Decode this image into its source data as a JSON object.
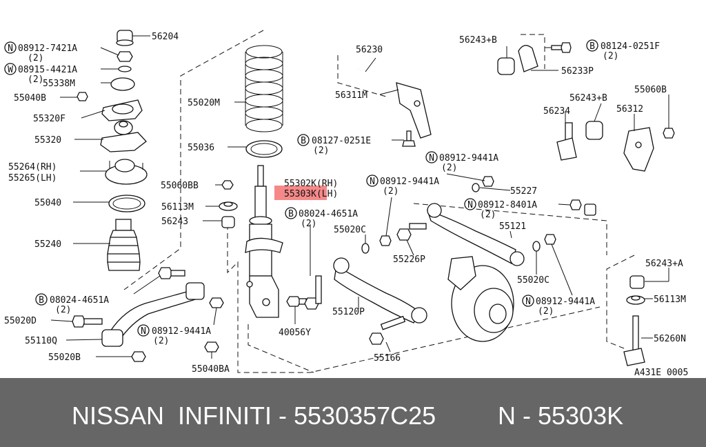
{
  "diagram": {
    "labels": [
      {
        "id": "l56204",
        "text": "56204"
      },
      {
        "id": "lN0891274",
        "text": "08912-7421A"
      },
      {
        "id": "lN0891274q",
        "text": "(2)"
      },
      {
        "id": "lW089154",
        "text": "08915-4421A"
      },
      {
        "id": "lW089154q",
        "text": "(2)"
      },
      {
        "id": "l55338M",
        "text": "55338M"
      },
      {
        "id": "l55040B",
        "text": "55040B"
      },
      {
        "id": "l55320F",
        "text": "55320F"
      },
      {
        "id": "l55320",
        "text": "55320"
      },
      {
        "id": "l55264",
        "text": "55264(RH)"
      },
      {
        "id": "l55265",
        "text": "55265(LH)"
      },
      {
        "id": "l55040",
        "text": "55040"
      },
      {
        "id": "l55240",
        "text": "55240"
      },
      {
        "id": "l55020M",
        "text": "55020M"
      },
      {
        "id": "l55036",
        "text": "55036"
      },
      {
        "id": "l55060BB",
        "text": "55060BB"
      },
      {
        "id": "l56113M_l",
        "text": "56113M"
      },
      {
        "id": "l56243_l",
        "text": "56243"
      },
      {
        "id": "l55302K",
        "text": "55302K(RH)"
      },
      {
        "id": "l55303K",
        "text": "55303K(LH)"
      },
      {
        "id": "lB080244_a",
        "text": "08024-4651A"
      },
      {
        "id": "lB080244_aq",
        "text": "(2)"
      },
      {
        "id": "lB080244_b",
        "text": "08024-4651A"
      },
      {
        "id": "lB080244_bq",
        "text": "(2)"
      },
      {
        "id": "l55020D",
        "text": "55020D"
      },
      {
        "id": "l55110Q",
        "text": "55110Q"
      },
      {
        "id": "l55020B",
        "text": "55020B"
      },
      {
        "id": "lN089129_a",
        "text": "08912-9441A"
      },
      {
        "id": "lN089129_aq",
        "text": "(2)"
      },
      {
        "id": "l55040BA",
        "text": "55040BA"
      },
      {
        "id": "l40056Y",
        "text": "40056Y"
      },
      {
        "id": "lB081270",
        "text": "08127-0251E"
      },
      {
        "id": "lB081270q",
        "text": "(2)"
      },
      {
        "id": "l56230",
        "text": "56230"
      },
      {
        "id": "l56311M",
        "text": "56311M"
      },
      {
        "id": "l56243B_t",
        "text": "56243+B"
      },
      {
        "id": "lB081240",
        "text": "08124-0251F"
      },
      {
        "id": "lB081240q",
        "text": "(2)"
      },
      {
        "id": "l56233P",
        "text": "56233P"
      },
      {
        "id": "l56243B_m",
        "text": "56243+B"
      },
      {
        "id": "l55060B",
        "text": "55060B"
      },
      {
        "id": "l56234",
        "text": "56234"
      },
      {
        "id": "l56312",
        "text": "56312"
      },
      {
        "id": "lN089129_b",
        "text": "08912-9441A"
      },
      {
        "id": "lN089129_bq",
        "text": "(2)"
      },
      {
        "id": "lN089129_c",
        "text": "08912-9441A"
      },
      {
        "id": "lN089129_cq",
        "text": "(2)"
      },
      {
        "id": "l55227",
        "text": "55227"
      },
      {
        "id": "lN089128",
        "text": "08912-8401A"
      },
      {
        "id": "lN089128q",
        "text": "(2)"
      },
      {
        "id": "l55020C_a",
        "text": "55020C"
      },
      {
        "id": "l55121",
        "text": "55121"
      },
      {
        "id": "l55226P",
        "text": "55226P"
      },
      {
        "id": "l55020C_b",
        "text": "55020C"
      },
      {
        "id": "l55120P",
        "text": "55120P"
      },
      {
        "id": "lN089129_d",
        "text": "08912-9441A"
      },
      {
        "id": "lN089129_dq",
        "text": "(2)"
      },
      {
        "id": "l55166",
        "text": "55166"
      },
      {
        "id": "l56243A",
        "text": "56243+A"
      },
      {
        "id": "l56113M_r",
        "text": "56113M"
      },
      {
        "id": "l56260N",
        "text": "56260N"
      },
      {
        "id": "lA431E",
        "text": "A431E 0005"
      }
    ],
    "badges": [
      {
        "id": "bN1",
        "text": "N"
      },
      {
        "id": "bW1",
        "text": "W"
      },
      {
        "id": "bB1",
        "text": "B"
      },
      {
        "id": "bB2",
        "text": "B"
      },
      {
        "id": "bN2",
        "text": "N"
      },
      {
        "id": "bB3",
        "text": "B"
      },
      {
        "id": "bB4",
        "text": "B"
      },
      {
        "id": "bN3",
        "text": "N"
      },
      {
        "id": "bN4",
        "text": "N"
      },
      {
        "id": "bN5",
        "text": "N"
      },
      {
        "id": "bN6",
        "text": "N"
      }
    ],
    "highlight_color": "#f26b6b"
  },
  "footer": {
    "left": "NISSAN  INFINITI - 5530357C25",
    "right": "N - 55303K"
  }
}
